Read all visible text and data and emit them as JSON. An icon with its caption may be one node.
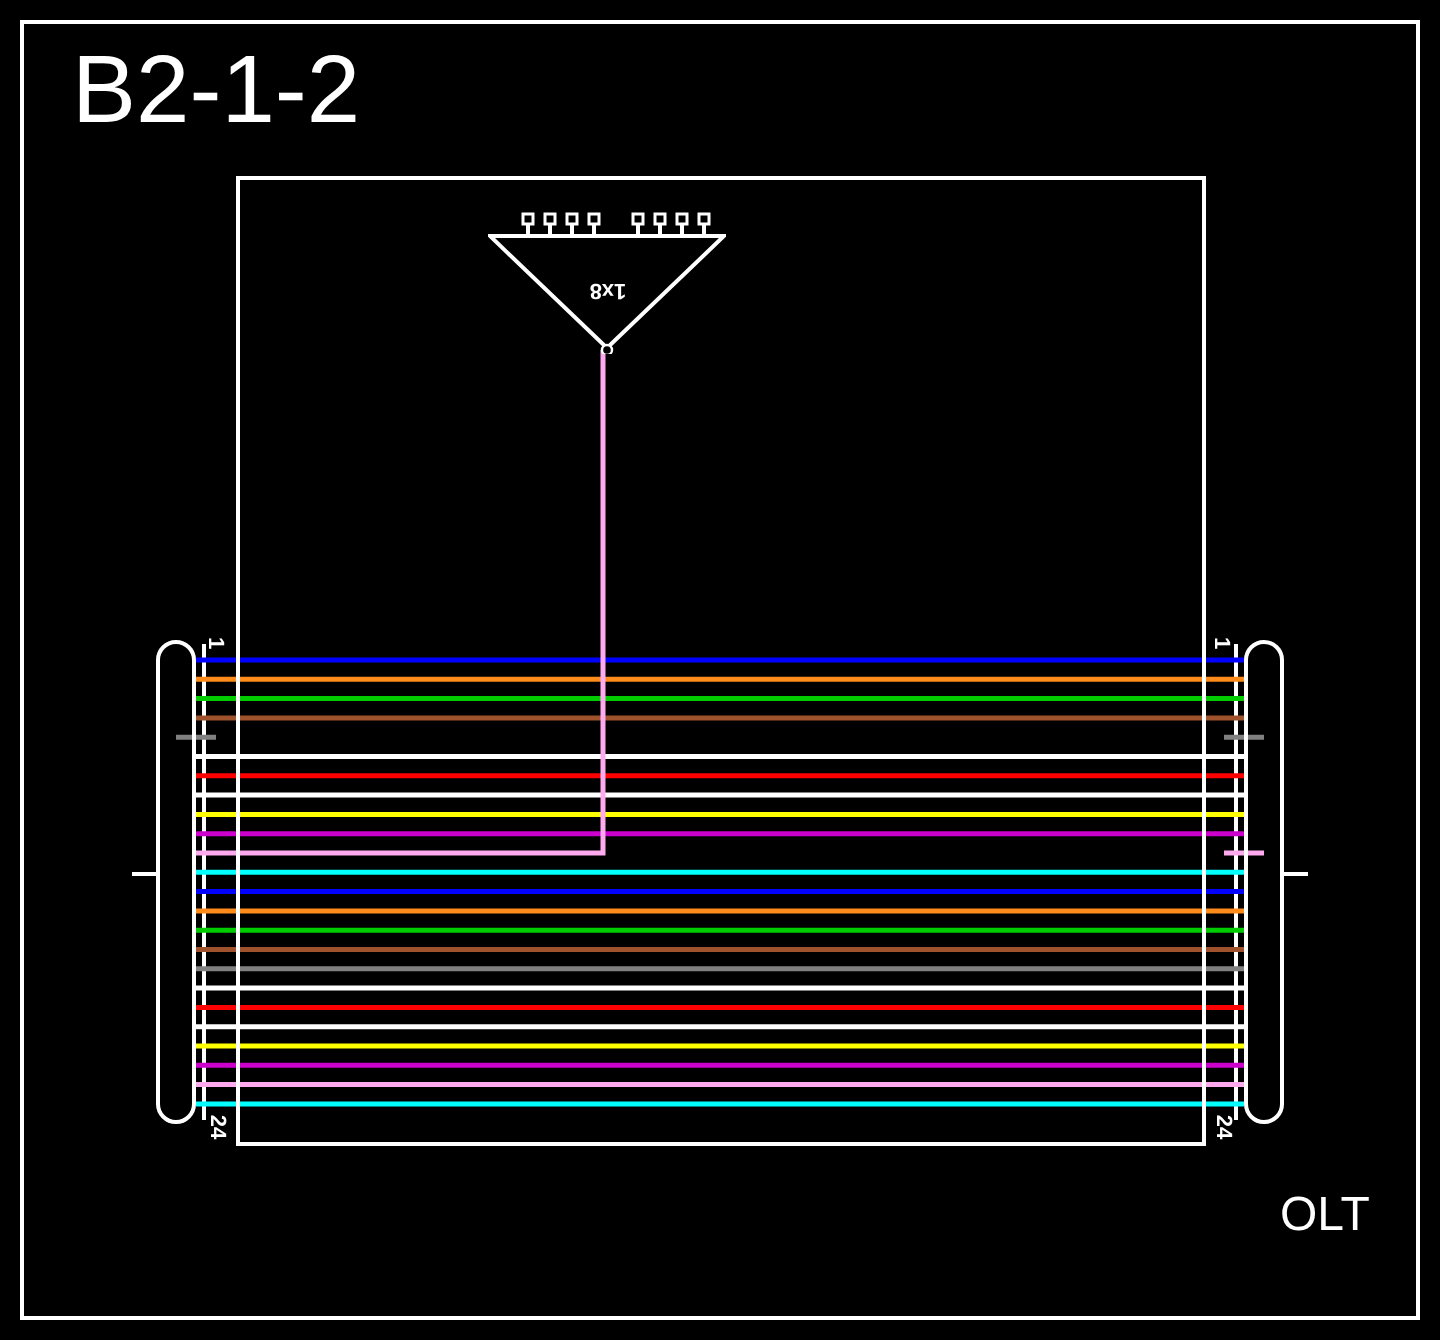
{
  "diagram": {
    "title": "B2-1-2",
    "nodes": [
      {
        "text": [],
        "shape": "box"
      },
      {
        "text": [
          "1x8"
        ],
        "in": 0
      },
      {
        "text": [],
        "shape": "bar"
      },
      {
        "text": [],
        "shape": "bar"
      }
    ],
    "edges": [
      {
        "from": 2,
        "to": 3,
        "arrow": "none",
        "color": "#0000ff"
      },
      {
        "from": 2,
        "to": 3,
        "arrow": "none",
        "color": "#ff8c1a"
      },
      {
        "from": 2,
        "to": 3,
        "arrow": "none",
        "color": "#00cc00"
      },
      {
        "from": 2,
        "to": 3,
        "arrow": "none",
        "color": "#a0522d"
      },
      {
        "from": 2,
        "to": 3,
        "arrow": "none",
        "color": "#ffffff"
      },
      {
        "from": 2,
        "to": 3,
        "arrow": "none",
        "color": "#ff0000"
      },
      {
        "from": 2,
        "to": 3,
        "arrow": "none",
        "color": "#ffffff"
      },
      {
        "from": 2,
        "to": 3,
        "arrow": "none",
        "color": "#ffff00"
      },
      {
        "from": 2,
        "to": 3,
        "arrow": "none",
        "color": "#cc00cc"
      },
      {
        "from": 2,
        "to": 1,
        "arrow": "none",
        "color": "#ffaaee"
      },
      {
        "from": 2,
        "to": 3,
        "arrow": "none",
        "color": "#00ffff"
      },
      {
        "from": 2,
        "to": 3,
        "arrow": "none",
        "color": "#0000ff"
      },
      {
        "from": 2,
        "to": 3,
        "arrow": "none",
        "color": "#ff8c1a"
      },
      {
        "from": 2,
        "to": 3,
        "arrow": "none",
        "color": "#00cc00"
      },
      {
        "from": 2,
        "to": 3,
        "arrow": "none",
        "color": "#a0522d"
      },
      {
        "from": 2,
        "to": 3,
        "arrow": "none",
        "color": "#808080"
      },
      {
        "from": 2,
        "to": 3,
        "arrow": "none",
        "color": "#ffffff"
      },
      {
        "from": 2,
        "to": 3,
        "arrow": "none",
        "color": "#ff0000"
      },
      {
        "from": 2,
        "to": 3,
        "arrow": "none",
        "color": "#ffffff"
      },
      {
        "from": 2,
        "to": 3,
        "arrow": "none",
        "color": "#ffff00"
      },
      {
        "from": 2,
        "to": 3,
        "arrow": "none",
        "color": "#cc00cc"
      },
      {
        "from": 2,
        "to": 3,
        "arrow": "none",
        "color": "#ffaaee"
      },
      {
        "from": 2,
        "to": 3,
        "arrow": "none",
        "color": "#00ffff"
      }
    ],
    "labels": [
      "1",
      "24",
      "1",
      "24",
      "OLT"
    ]
  }
}
